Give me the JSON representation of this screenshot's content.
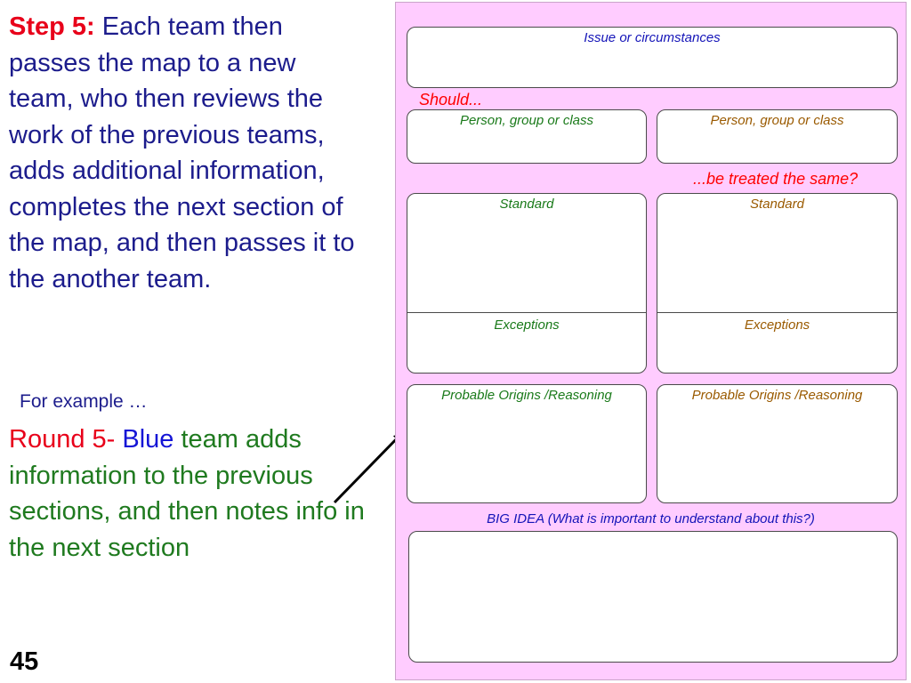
{
  "left": {
    "step_label": "Step 5:",
    "step_text": " Each team then passes the map to a new team, who then reviews the work of the previous teams, adds additional information, completes the next section of the map, and then passes it to the another team.",
    "example": "For example …",
    "round_label": "Round 5",
    "round_dash": "- ",
    "round_blue": "Blue",
    "round_text": " team adds information to the previous sections, and then notes info in the next section",
    "slide_number": "45"
  },
  "map": {
    "issue": "Issue or circumstances",
    "should": "Should...",
    "person_left": "Person, group or class",
    "person_right": "Person, group or class",
    "treated_same": "...be treated the same?",
    "standard_left": "Standard",
    "standard_right": "Standard",
    "exceptions_left": "Exceptions",
    "exceptions_right": "Exceptions",
    "origins_left": "Probable Origins /Reasoning",
    "origins_right": "Probable Origins /Reasoning",
    "big_idea": "BIG IDEA (What is important to understand about this?)"
  },
  "colors": {
    "map_background": "#ffccff",
    "step_label": "#e8001a",
    "body_text": "#1c1c8c",
    "round_text": "#1f7a1f",
    "team_blue": "#1515d6",
    "left_column_labels": "#1a7a1a",
    "right_column_labels": "#9a5a00"
  }
}
